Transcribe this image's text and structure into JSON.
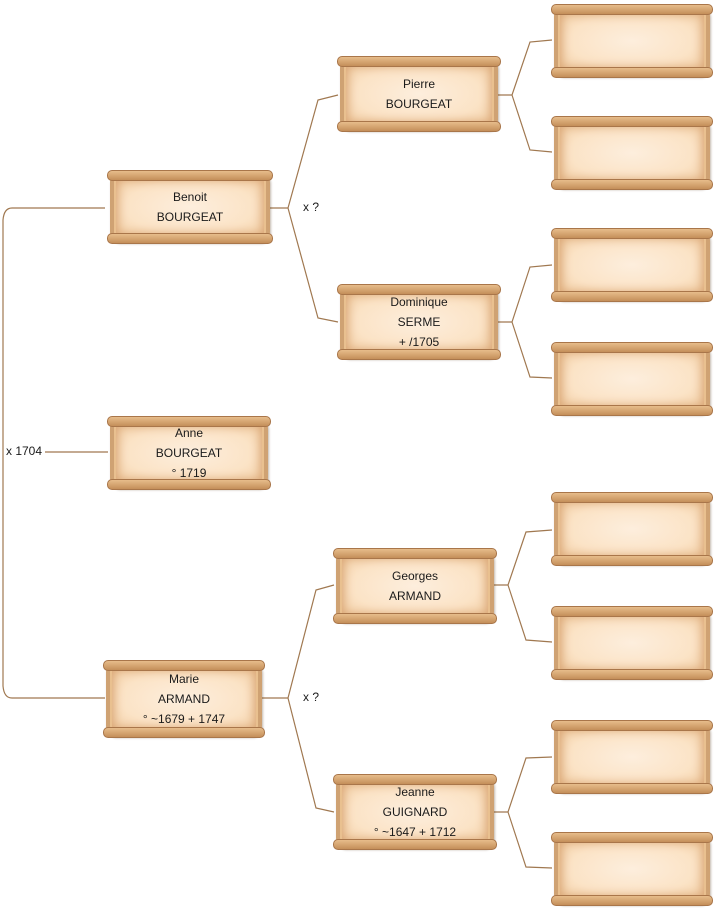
{
  "people": {
    "anne": {
      "first": "Anne",
      "last": "BOURGEAT",
      "dates": "° 1719"
    },
    "benoit": {
      "first": "Benoit",
      "last": "BOURGEAT"
    },
    "marie": {
      "first": "Marie",
      "last": "ARMAND",
      "dates": "° ~1679 + 1747"
    },
    "pierre": {
      "first": "Pierre",
      "last": "BOURGEAT"
    },
    "dominique": {
      "first": "Dominique",
      "last": "SERME",
      "dates": "+ /1705"
    },
    "georges": {
      "first": "Georges",
      "last": "ARMAND"
    },
    "jeanne": {
      "first": "Jeanne",
      "last": "GUIGNARD",
      "dates": "° ~1647 + 1712"
    }
  },
  "marriages": {
    "parents": "x 1704",
    "paternal_grandparents": "x ?",
    "maternal_grandparents": "x ?"
  },
  "colors": {
    "connector": "#a07850",
    "scroll_fill": "#fbe3c6",
    "scroll_border": "#cfa273"
  }
}
